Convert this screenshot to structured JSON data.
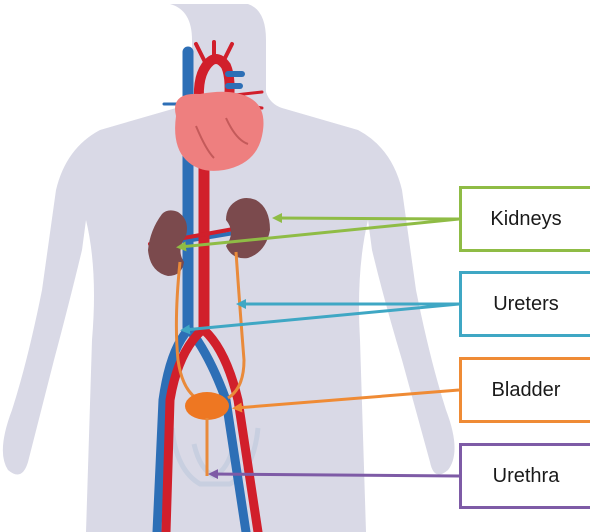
{
  "labels": {
    "kidneys": "Kidneys",
    "ureters": "Ureters",
    "bladder": "Bladder",
    "urethra": "Urethra"
  },
  "colors": {
    "body": "#d9d9e6",
    "artery": "#d11f2b",
    "vein": "#2d6fb6",
    "heart": "#ee7f7f",
    "kidney": "#7b4a4d",
    "ureter_line": "#e98a3a",
    "bladder": "#ee7722",
    "pelvis": "#c8cfe0",
    "kidneys_pointer": "#8fbc45",
    "ureters_pointer": "#3fa7c4",
    "bladder_pointer": "#ef8b35",
    "urethra_pointer": "#7e5ba6"
  }
}
